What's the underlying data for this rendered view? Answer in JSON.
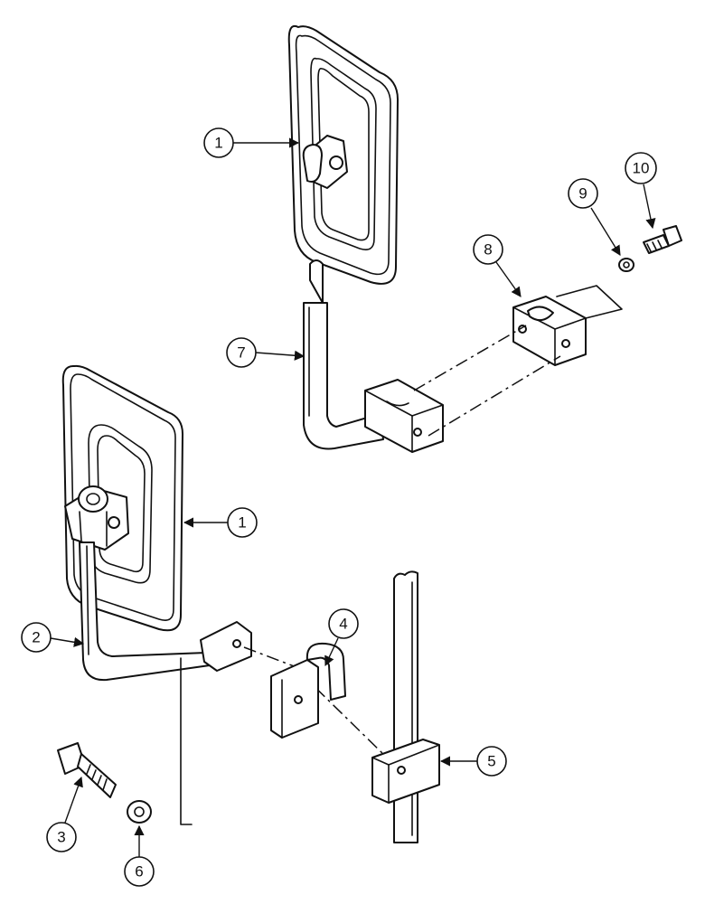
{
  "callouts": {
    "c1a": "1",
    "c1b": "1",
    "c2": "2",
    "c3": "3",
    "c4": "4",
    "c5": "5",
    "c6": "6",
    "c7": "7",
    "c8": "8",
    "c9": "9",
    "c10": "10"
  },
  "colors": {
    "line": "#111111",
    "background": "#ffffff"
  }
}
